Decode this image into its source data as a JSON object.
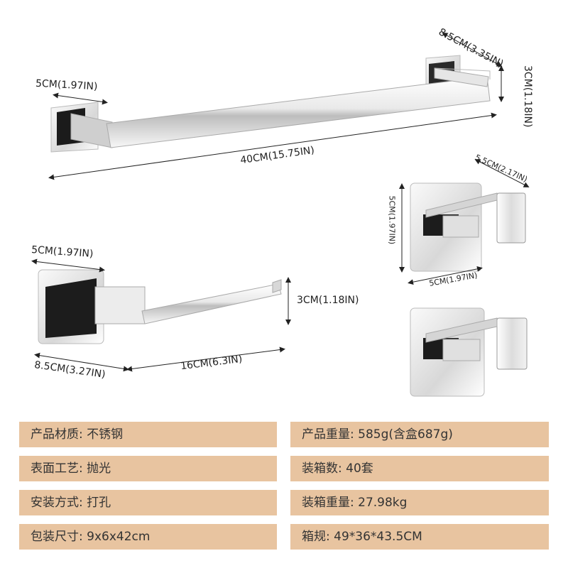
{
  "towel_bar": {
    "base_width": "5CM(1.97IN)",
    "depth": "8.5CM(3.35IN)",
    "height": "3CM(1.18IN)",
    "length": "40CM(15.75IN)"
  },
  "hook": {
    "depth": "5.5CM(2.17IN)",
    "height": "5CM(1.97IN)",
    "width": "5CM(1.97IN)"
  },
  "paper_holder": {
    "base_width": "5CM(1.97IN)",
    "height": "3CM(1.18IN)",
    "depth": "8.5CM(3.27IN)",
    "length": "16CM(6.3IN)"
  },
  "specs": {
    "material": {
      "label": "产品材质:",
      "value": "不锈钢"
    },
    "surface": {
      "label": "表面工艺:",
      "value": "抛光"
    },
    "install": {
      "label": "安装方式:",
      "value": "打孔"
    },
    "pack_size": {
      "label": "包装尺寸:",
      "value": "9x6x42cm"
    },
    "weight": {
      "label": "产品重量:",
      "value": "585g(含盒687g)"
    },
    "box_qty": {
      "label": "装箱数:",
      "value": "40套"
    },
    "box_weight": {
      "label": "装箱重量:",
      "value": "27.98kg"
    },
    "box_dims": {
      "label": "箱规:",
      "value": "49*36*43.5CM"
    }
  },
  "colors": {
    "spec_bg": "#e8c4a0",
    "chrome_light": "#f4f4f4",
    "chrome_dark": "#1a1a1a"
  }
}
